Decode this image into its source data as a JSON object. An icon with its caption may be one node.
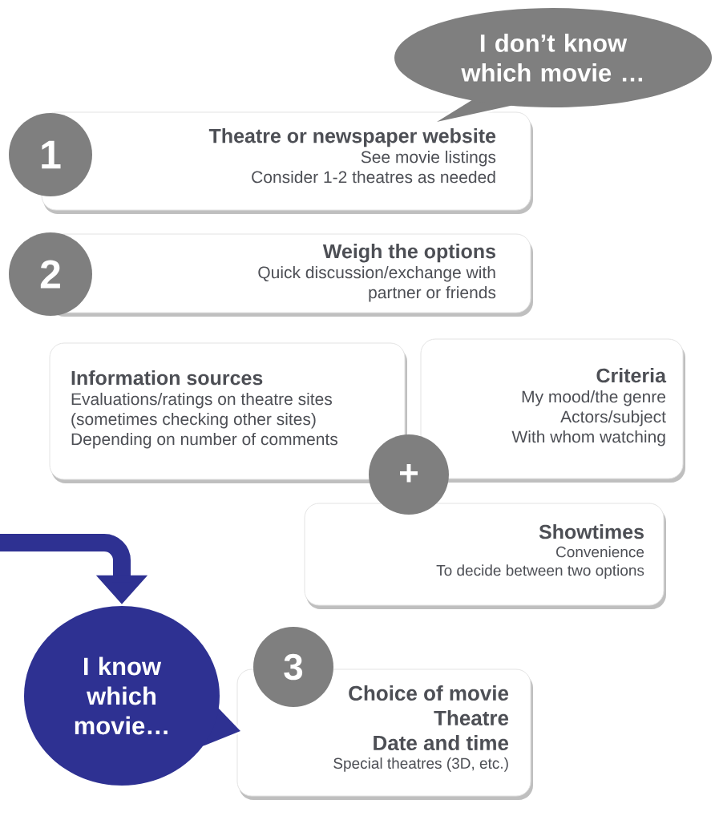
{
  "diagram": {
    "nodes": [
      {
        "text": [
          "I don’t know which movie …"
        ]
      },
      {
        "text": [
          "1"
        ]
      },
      {
        "text": [
          "Theatre or newspaper website",
          "See movie listings",
          "Consider 1-2 theatres as needed"
        ]
      },
      {
        "text": [
          "2"
        ]
      },
      {
        "text": [
          "Weigh the options",
          "Quick discussion/exchange with partner or friends"
        ]
      },
      {
        "text": [
          "Information sources",
          "Evaluations/ratings on theatre sites (sometimes checking other sites)",
          "Depending on number of comments"
        ]
      },
      {
        "text": [
          "Criteria",
          "My mood/the genre",
          "Actors/subject",
          "With whom watching"
        ]
      },
      {
        "text": [
          "+"
        ]
      },
      {
        "text": [
          "Showtimes",
          "Convenience",
          "To decide between two options"
        ]
      },
      {
        "text": [
          "I know which movie…"
        ]
      },
      {
        "text": [
          "3"
        ]
      },
      {
        "text": [
          "Choice of movie",
          "Theatre",
          "Date and time",
          "Special theatres (3D, etc.)"
        ]
      }
    ],
    "edges": [
      {
        "from": null,
        "to": 9,
        "arrow": "to"
      }
    ]
  }
}
